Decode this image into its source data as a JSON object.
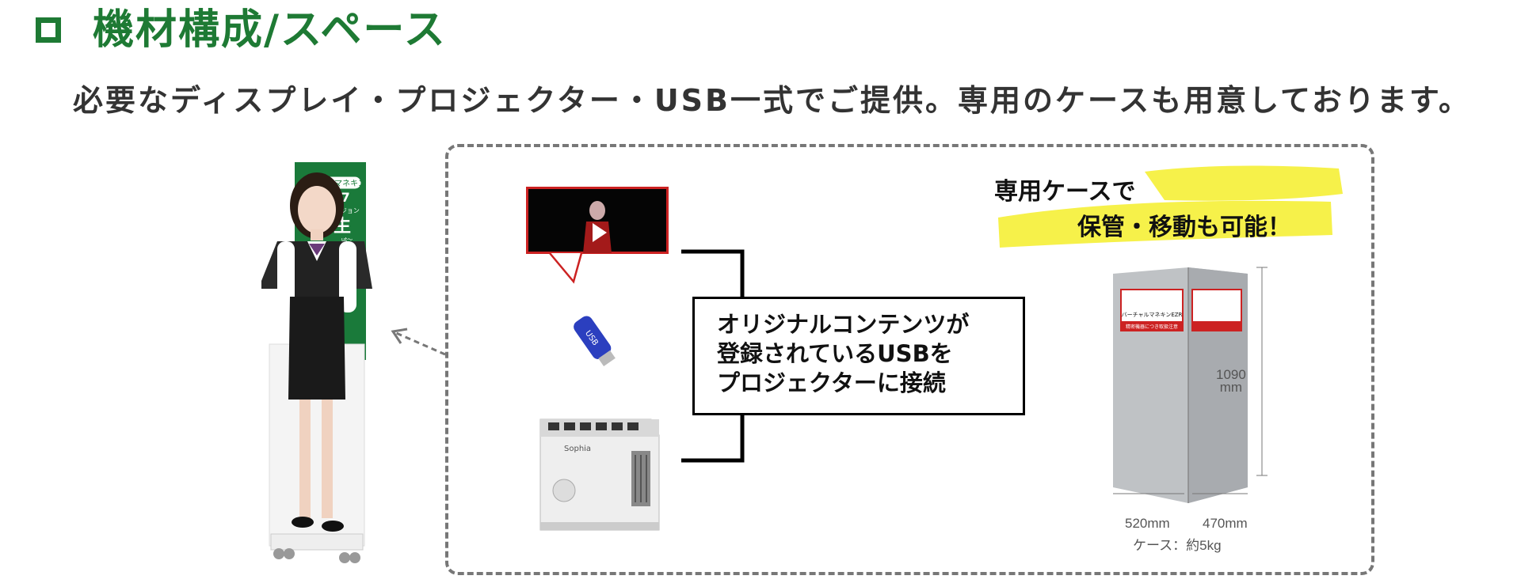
{
  "header": {
    "title": "機材構成/スペース",
    "subtitle": "必要なディスプレイ・プロジェクター・USB一式でご提供。専用のケースも用意しております。"
  },
  "mannequin_banner": {
    "label": "バーチャルマネキン",
    "year": "017",
    "line": "ーバージョン",
    "big": "生",
    "small": "ut〜"
  },
  "usb": {
    "label": "USB"
  },
  "projector": {
    "brand": "Sophia"
  },
  "info_box": {
    "lines": [
      "オリジナルコンテンツが",
      "登録されているUSBを",
      "プロジェクターに接続"
    ]
  },
  "callout": {
    "line1": "専用ケースで",
    "line2": "保管・移動も可能！"
  },
  "case": {
    "label_top": "バーチャルマネキンEZR",
    "label_warning": "精密機器につき取扱注意",
    "height": "1090",
    "height_unit": "mm",
    "width_1": "520mm",
    "width_2": "470mm",
    "weight": "ケース：約5kg"
  },
  "colors": {
    "title_green": "#1e7a34",
    "highlight_yellow": "#f6f14a",
    "video_border": "#cc2222",
    "usb_blue": "#2b3fbf"
  }
}
